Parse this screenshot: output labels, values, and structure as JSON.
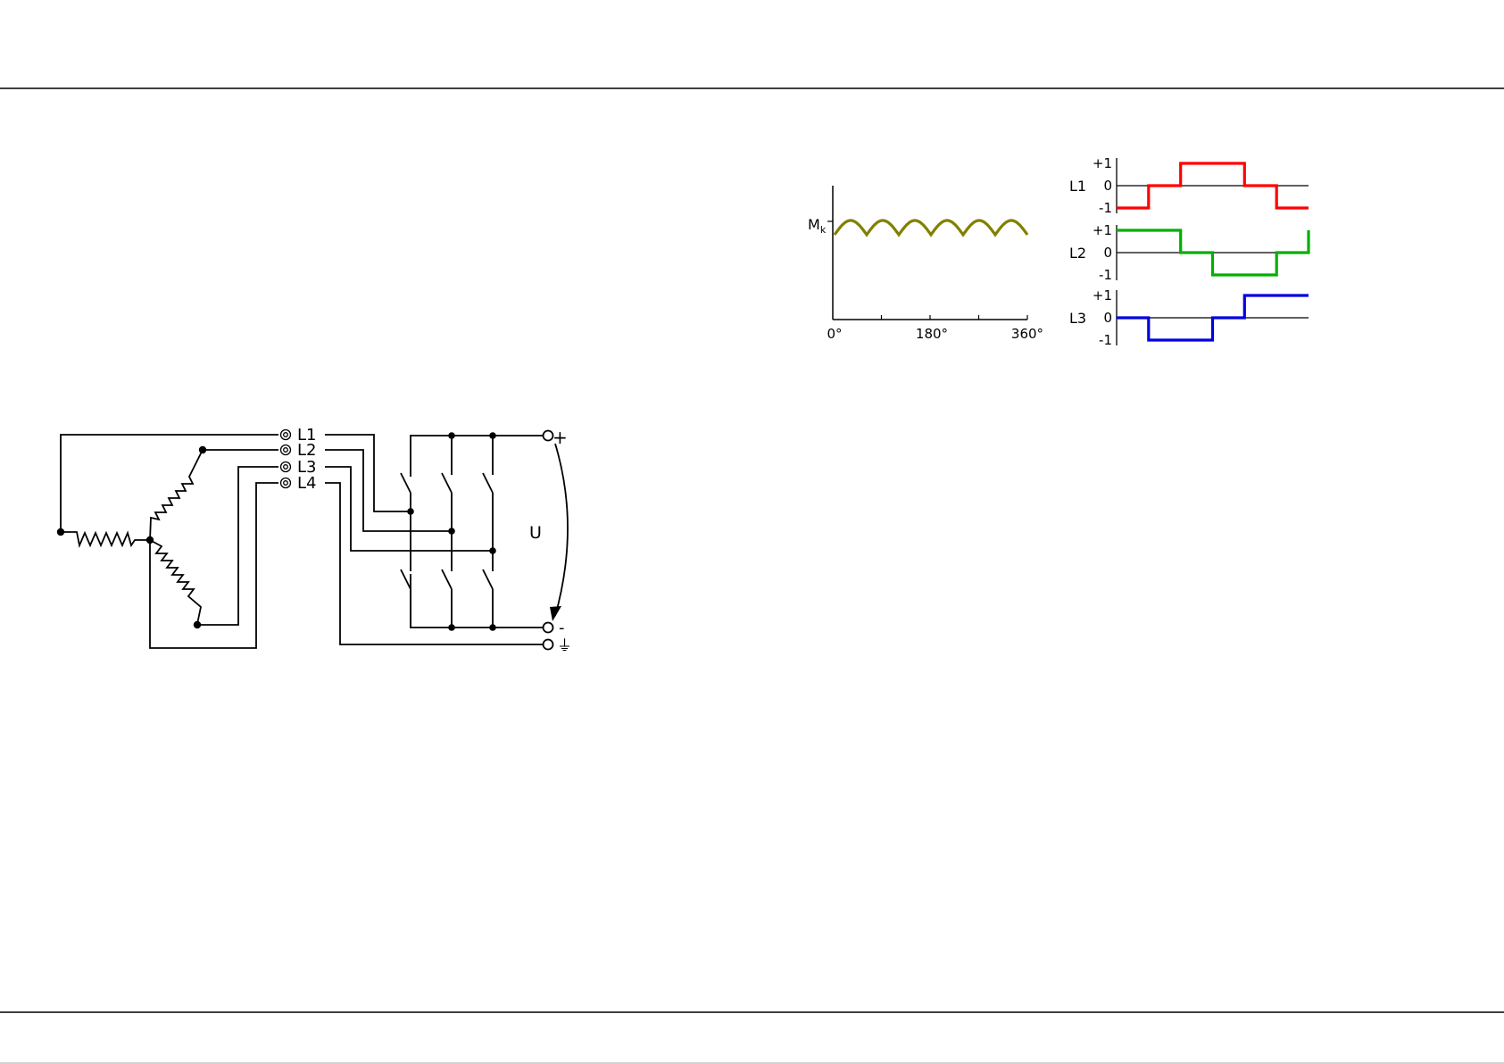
{
  "circuit": {
    "terminals": [
      "L1",
      "L2",
      "L3",
      "L4"
    ],
    "voltage_label": "U",
    "plus_label": "+",
    "minus_label": "-",
    "ground_symbol": "⏚"
  },
  "torque_plot": {
    "y_label_main": "M",
    "y_label_sub": "k",
    "x_ticks": [
      "0°",
      "180°",
      "360°"
    ],
    "line_color": "#808000",
    "ripple_count": 6
  },
  "chart_data": {
    "type": "line",
    "x": [
      0,
      60,
      120,
      180,
      240,
      300,
      360
    ],
    "x_unit": "°",
    "yticks": [
      "+1",
      "0",
      "-1"
    ],
    "series": [
      {
        "name": "L1",
        "color": "#ff0000",
        "values": [
          -1,
          0,
          1,
          1,
          0,
          -1,
          -1
        ]
      },
      {
        "name": "L2",
        "color": "#00b000",
        "values": [
          1,
          1,
          0,
          -1,
          -1,
          0,
          1
        ]
      },
      {
        "name": "L3",
        "color": "#0000e0",
        "values": [
          0,
          -1,
          -1,
          0,
          1,
          1,
          1
        ]
      }
    ]
  }
}
